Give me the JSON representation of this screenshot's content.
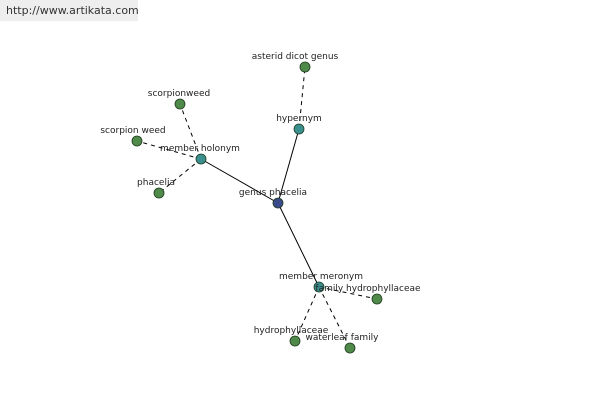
{
  "watermark": "http://www.artikata.com",
  "colors": {
    "center": "#3b4a8a",
    "relation": "#3a8f8f",
    "leaf": "#4f8a4a"
  },
  "nodes": {
    "center": "genus phacelia",
    "hypernym": "hypernym",
    "asterid": "asterid dicot genus",
    "holonym": "member holonym",
    "scorpionweed": "scorpionweed",
    "scorpion_weed": "scorpion weed",
    "phacelia": "phacelia",
    "meronym": "member meronym",
    "family": "family hydrophyllaceae",
    "hydrophyllaceae": "hydrophyllaceae",
    "waterleaf": "waterleaf family"
  }
}
